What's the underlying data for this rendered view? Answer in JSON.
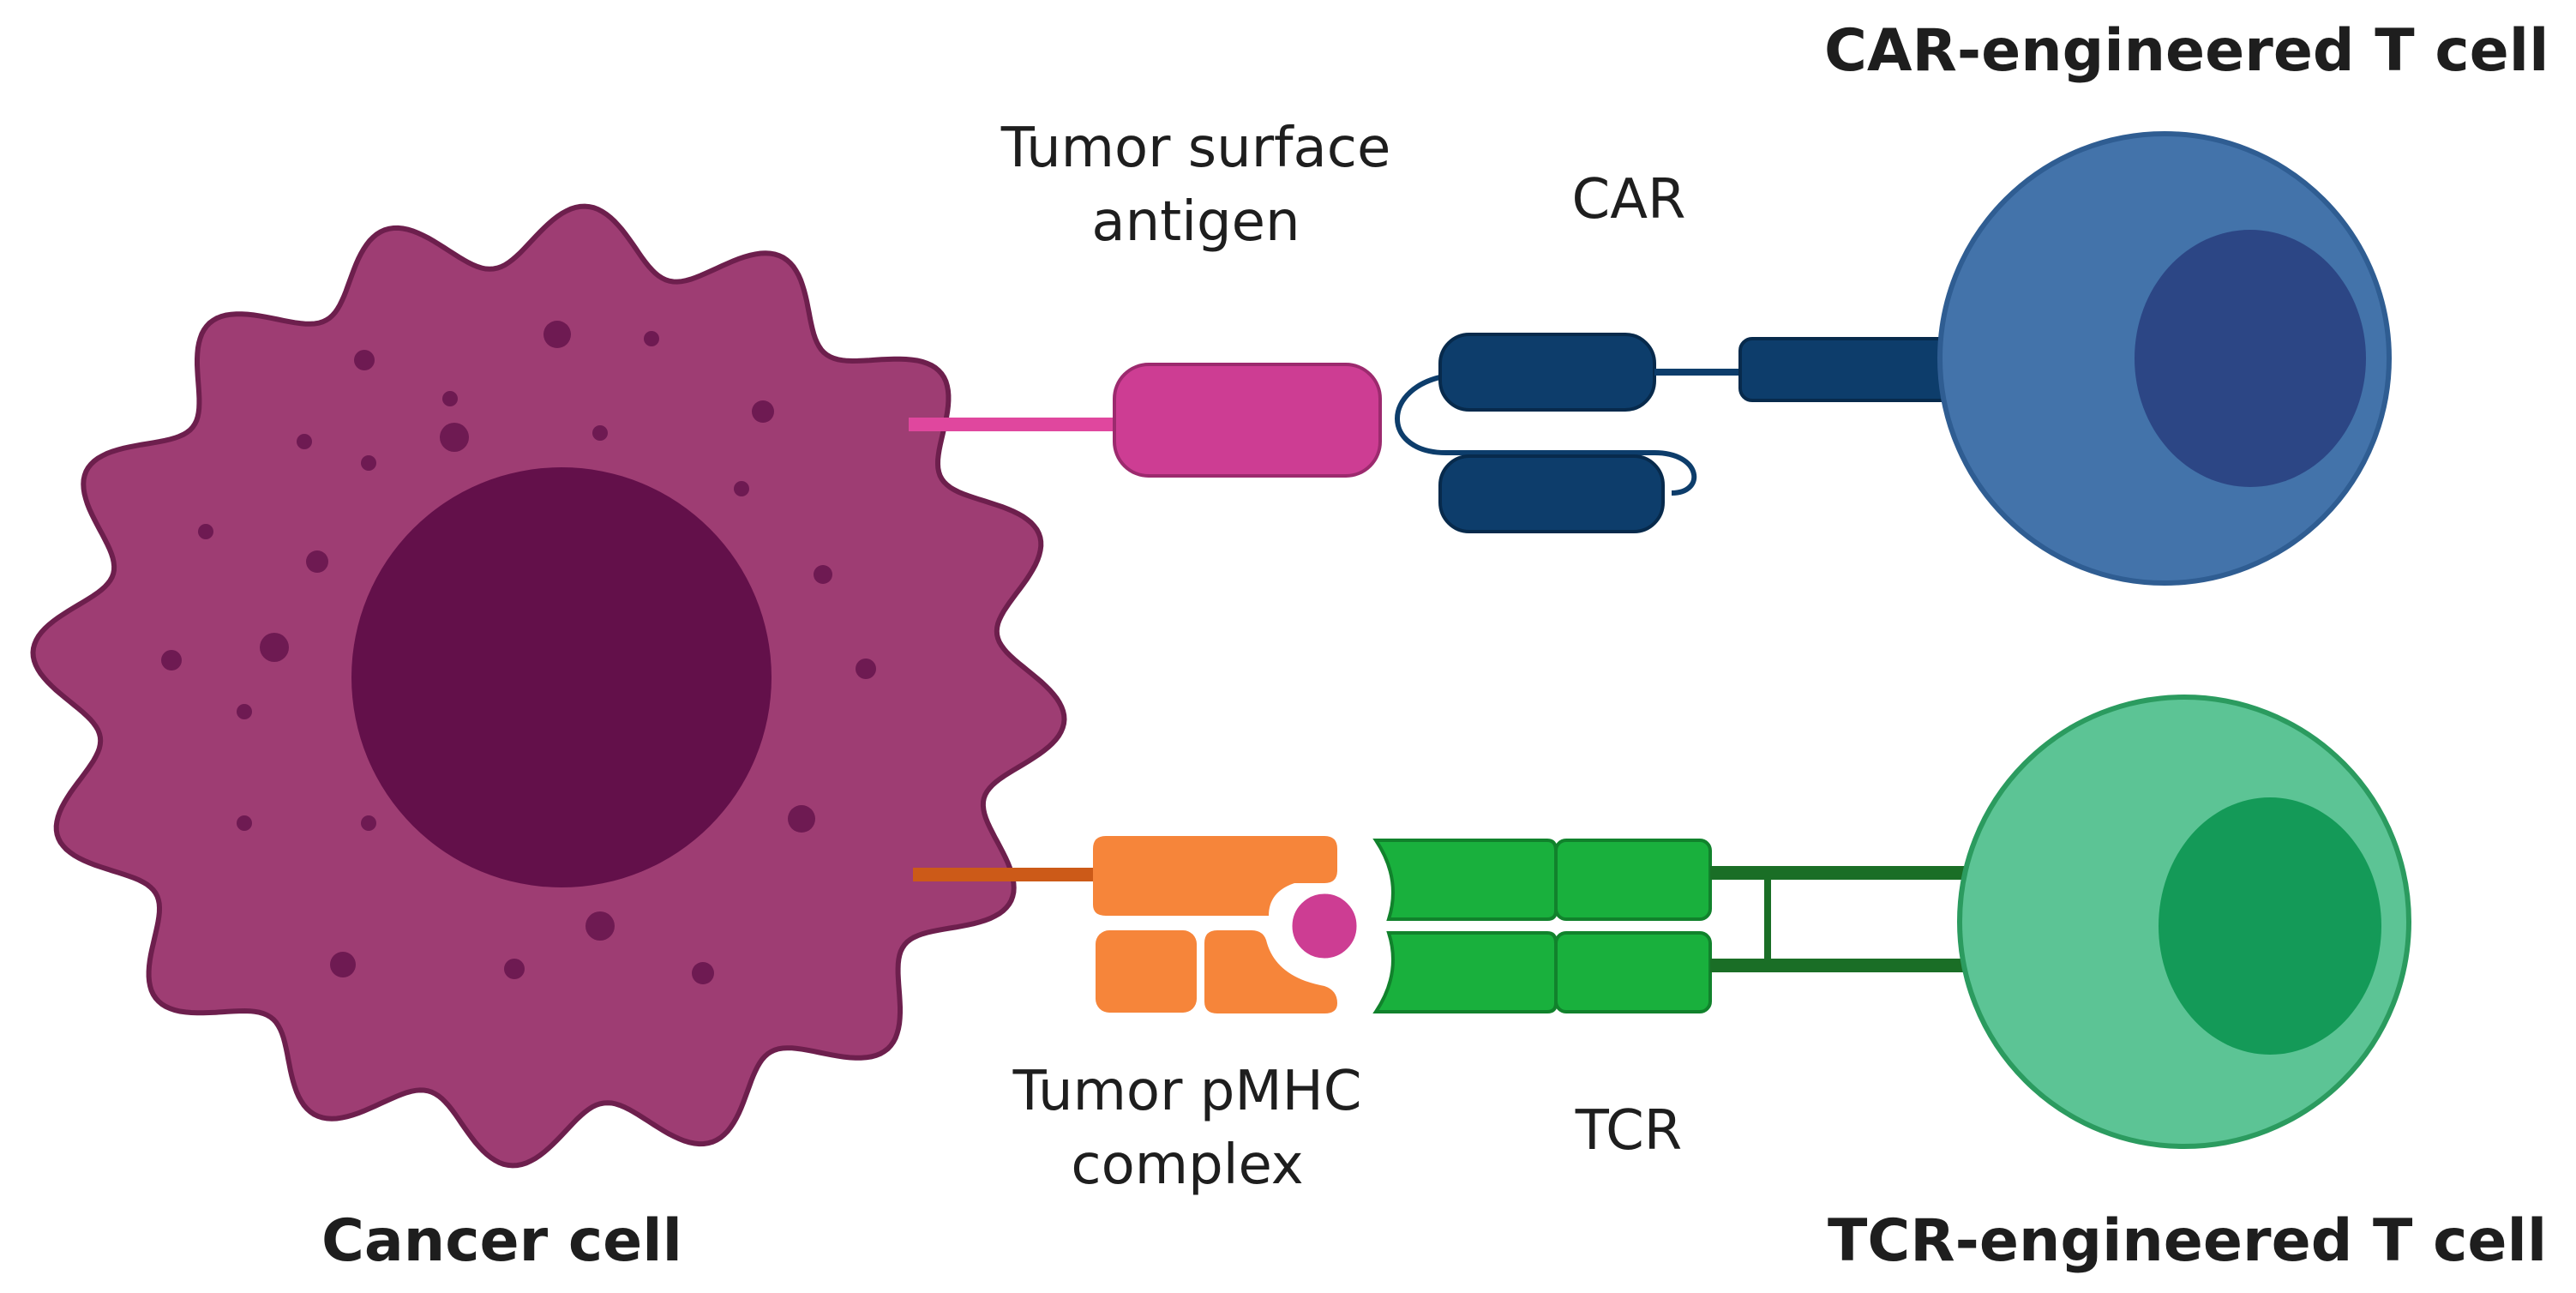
{
  "labels": {
    "car_t_cell": "CAR-engineered T cell",
    "tumor_surface_antigen": [
      "Tumor surface",
      "antigen"
    ],
    "car": "CAR",
    "cancer_cell": "Cancer cell",
    "tumor_pmhc": [
      "Tumor pMHC",
      "complex"
    ],
    "tcr": "TCR",
    "tcr_t_cell": "TCR-engineered T cell"
  },
  "colors": {
    "cancer_cell_body": "#9e3d73",
    "cancer_cell_outline": "#6d1f4d",
    "cancer_nucleus": "#63104a",
    "cancer_granule": "#6e1a52",
    "antigen": "#cd3d93",
    "antigen_tether": "#e0479e",
    "car_domain": "#0d3d6b",
    "car_t_cell_body": "#4373aa",
    "car_t_cell_outline": "#2f5d92",
    "car_t_nucleus": "#2c4685",
    "pmhc": "#f6853a",
    "pmhc_tether": "#cc5a18",
    "peptide": "#cd3d93",
    "tcr_domain": "#19b03d",
    "tcr_outline": "#11822c",
    "tcr_stalk": "#1a6e26",
    "tcr_t_cell_body": "#5cc495",
    "tcr_t_cell_outline": "#2b9b5f",
    "tcr_t_nucleus": "#149a58"
  }
}
